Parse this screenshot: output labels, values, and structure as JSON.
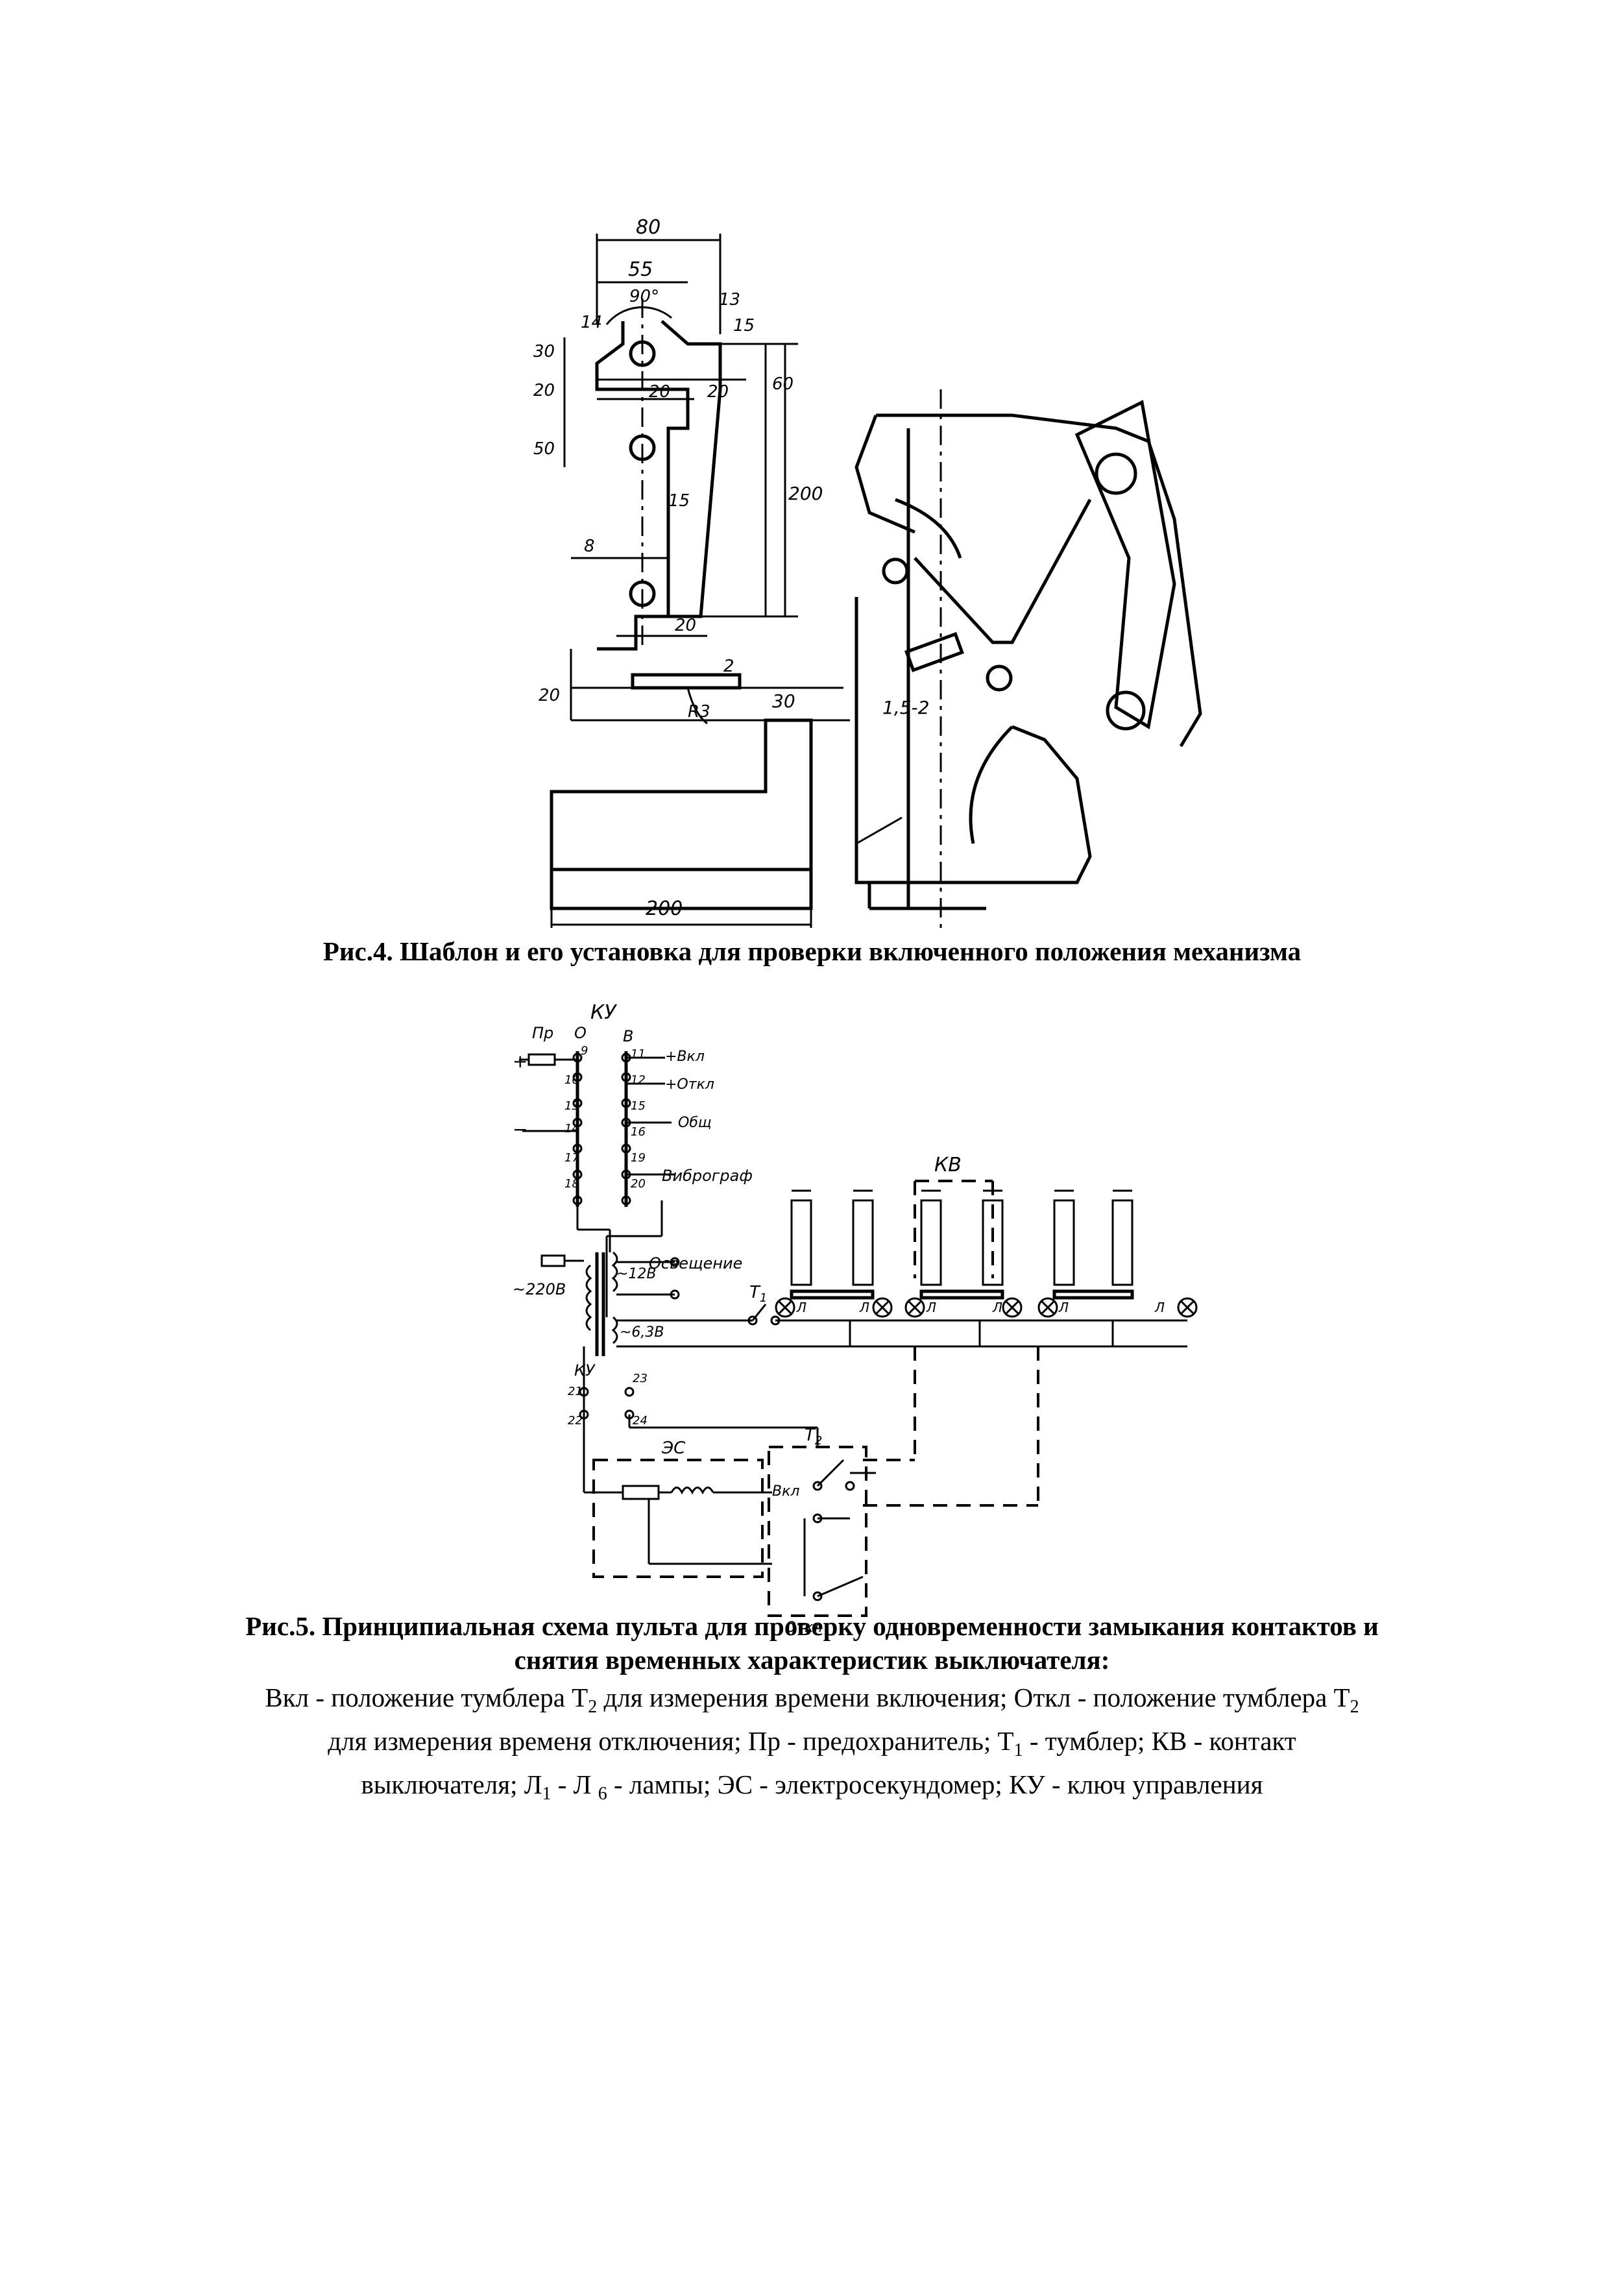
{
  "figure4": {
    "caption": "Рис.4. Шаблон и его установка для проверки включенного положения механизма",
    "dims": {
      "d80": "80",
      "d55": "55",
      "d90": "90°",
      "d13": "13",
      "d15": "15",
      "d14": "14",
      "d30": "30",
      "d20a": "20",
      "d20b": "20",
      "d60": "60",
      "d50": "50",
      "d15b": "15",
      "d200": "200",
      "d8": "8",
      "d20c": "20",
      "d20d": "20",
      "d2": "2",
      "dR3": "R3",
      "d30b": "30",
      "d200b": "200",
      "d152": "1,5-2"
    }
  },
  "figure5": {
    "caption_bold": "Рис.5. Принципиальная схема пульта для проверку одновременности замыкания контактов и снятия временных характеристик выключателя:",
    "legend_parts": {
      "p1": "Вкл - положение тумблера Т",
      "s1": "2",
      "p2": " для измерения времени включения; Откл - положение тумблера Т",
      "s2": "2",
      "p3": " для измерения временя отключения; Пр - предохранитель; Т",
      "s3": "1",
      "p4": " - тумблер; КВ - контакт выключателя; Л",
      "s4": "1",
      "p5": " - Л ",
      "s5": "6",
      "p6": " - лампы; ЭС - электросекундомер; КУ - ключ управления"
    },
    "labels": {
      "ku_top": "КУ",
      "pr": "Пр",
      "o": "О",
      "v": "В",
      "plus": "+",
      "minus": "−",
      "vkl_term": "+Вкл",
      "otkl_term": "+Откл",
      "obsch": "Общ",
      "vibrograf": "Виброграф",
      "osveschenie": "Освещение",
      "v220": "~220В",
      "v12": "~12В",
      "v63": "~6,3В",
      "t1": "Т",
      "t1_sub": "1",
      "kv": "КВ",
      "l1": "Л",
      "l2": "Л",
      "l3": "Л",
      "l4": "Л",
      "l5": "Л",
      "l6": "Л",
      "ku_bottom": "КУ",
      "es": "ЭС",
      "t2": "Т",
      "t2_sub": "2",
      "vkl": "Вкл",
      "otkl": "Откл",
      "n9": "9",
      "n10": "10",
      "n13": "13",
      "n14": "14",
      "n17": "17",
      "n18": "18",
      "n11": "11",
      "n12": "12",
      "n15": "15",
      "n16": "16",
      "n19": "19",
      "n20": "20",
      "n21": "21",
      "n22": "22",
      "n23": "23",
      "n24": "24"
    }
  }
}
